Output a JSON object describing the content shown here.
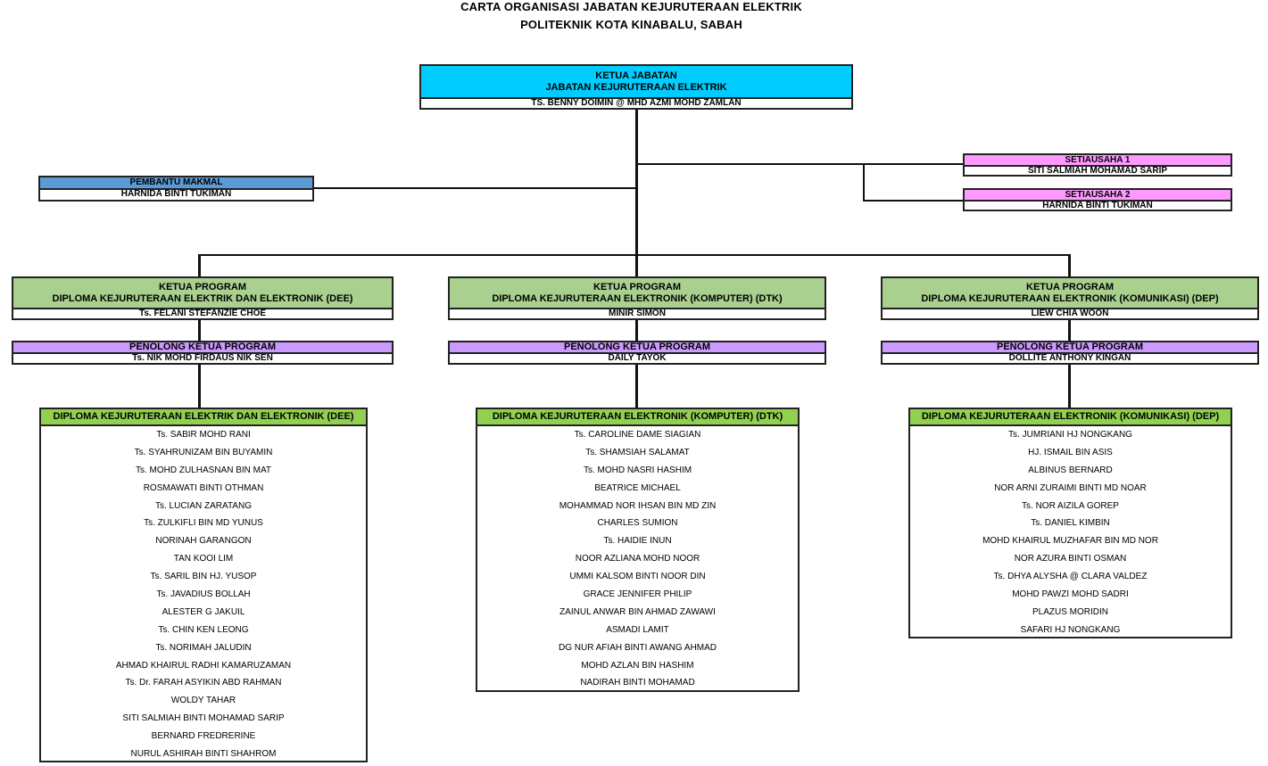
{
  "header": {
    "title_line1": "CARTA ORGANISASI JABATAN KEJURUTERAAN ELEKTRIK",
    "title_line2": "POLITEKNIK KOTA KINABALU, SABAH"
  },
  "head_of_department": {
    "role": "KETUA JABATAN",
    "unit": "JABATAN KEJURUTERAAN ELEKTRIK",
    "name": "TS. BENNY DOIMIN @ MHD AZMI MOHD ZAMLAN"
  },
  "lab_assistant": {
    "role": "PEMBANTU MAKMAL",
    "name": "HARNIDA BINTI TUKIMAN"
  },
  "secretary_1": {
    "role": "SETIAUSAHA 1",
    "name": "SITI SALMIAH MOHAMAD SARIP"
  },
  "secretary_2": {
    "role": "SETIAUSAHA 2",
    "name": "HARNIDA BINTI TUKIMAN"
  },
  "programs": [
    {
      "head_role": "KETUA PROGRAM",
      "program_name": "DIPLOMA KEJURUTERAAN ELEKTRIK DAN ELEKTRONIK (DEE)",
      "head_name": "Ts. FELANI STEFANZIE CHOE",
      "assistant_role": "PENOLONG KETUA PROGRAM",
      "assistant_name": "Ts. NIK MOHD FIRDAUS NIK SEN",
      "staff_title": "DIPLOMA KEJURUTERAAN ELEKTRIK DAN ELEKTRONIK (DEE)",
      "staff": [
        "Ts. SABIR MOHD RANI",
        "Ts. SYAHRUNIZAM BIN BUYAMIN",
        "Ts. MOHD ZULHASNAN BIN MAT",
        "ROSMAWATI BINTI OTHMAN",
        "Ts. LUCIAN ZARATANG",
        "Ts. ZULKIFLI BIN MD YUNUS",
        "NORINAH GARANGON",
        "TAN KOOI LIM",
        "Ts. SARIL BIN HJ. YUSOP",
        "Ts. JAVADIUS BOLLAH",
        "ALESTER G JAKUIL",
        "Ts. CHIN KEN LEONG",
        "Ts. NORIMAH JALUDIN",
        "AHMAD KHAIRUL RADHI KAMARUZAMAN",
        "Ts. Dr. FARAH ASYIKIN ABD RAHMAN",
        "WOLDY TAHAR",
        "SITI SALMIAH BINTI MOHAMAD SARIP",
        "BERNARD FREDRERINE",
        "NURUL ASHIRAH BINTI SHAHROM"
      ]
    },
    {
      "head_role": "KETUA PROGRAM",
      "program_name": "DIPLOMA KEJURUTERAAN ELEKTRONIK (KOMPUTER) (DTK)",
      "head_name": "MINIR SIMON",
      "assistant_role": "PENOLONG KETUA PROGRAM",
      "assistant_name": "DAILY TAYOK",
      "staff_title": "DIPLOMA KEJURUTERAAN ELEKTRONIK (KOMPUTER) (DTK)",
      "staff": [
        "Ts. CAROLINE DAME SIAGIAN",
        "Ts. SHAMSIAH SALAMAT",
        "Ts. MOHD NASRI HASHIM",
        "BEATRICE MICHAEL",
        "MOHAMMAD NOR IHSAN BIN MD ZIN",
        "CHARLES SUMION",
        "Ts. HAIDIE INUN",
        "NOOR AZLIANA MOHD NOOR",
        "UMMI KALSOM BINTI NOOR DIN",
        "GRACE JENNIFER PHILIP",
        "ZAINUL ANWAR BIN AHMAD ZAWAWI",
        "ASMADI LAMIT",
        "DG NUR AFIAH BINTI AWANG AHMAD",
        "MOHD AZLAN BIN HASHIM",
        "NADIRAH BINTI MOHAMAD"
      ]
    },
    {
      "head_role": "KETUA PROGRAM",
      "program_name": "DIPLOMA KEJURUTERAAN ELEKTRONIK (KOMUNIKASI) (DEP)",
      "head_name": "LIEW CHIA WOON",
      "assistant_role": "PENOLONG KETUA PROGRAM",
      "assistant_name": "DOLLITE ANTHONY KINGAN",
      "staff_title": "DIPLOMA KEJURUTERAAN ELEKTRONIK (KOMUNIKASI) (DEP)",
      "staff": [
        "Ts. JUMRIANI HJ NONGKANG",
        "HJ. ISMAIL BIN ASIS",
        "ALBINUS BERNARD",
        "NOR ARNI ZURAIMI BINTI MD NOAR",
        "Ts. NOR AIZILA GOREP",
        "Ts. DANIEL KIMBIN",
        "MOHD KHAIRUL MUZHAFAR BIN MD NOR",
        "NOR AZURA BINTI OSMAN",
        "Ts. DHYA ALYSHA @ CLARA VALDEZ",
        "MOHD PAWZI MOHD SADRI",
        "PLAZUS MORIDIN",
        "SAFARI HJ NONGKANG"
      ]
    }
  ],
  "colors": {
    "head_of_department": "#00ccff",
    "lab_assistant": "#5b9bd5",
    "secretary": "#ff99ff",
    "program_head": "#a9d08e",
    "assistant_program_head": "#cc99ff",
    "staff_list_header": "#92d050"
  }
}
